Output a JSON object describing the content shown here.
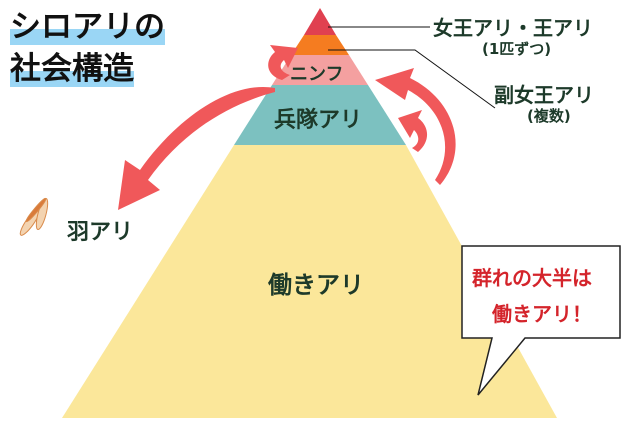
{
  "title": {
    "line1": "シロアリの",
    "line2": "社会構造"
  },
  "layers": {
    "queen_king": "女王アリ・王アリ",
    "queen_king_note": "(1匹ずつ)",
    "subqueen": "副女王アリ",
    "subqueen_note": "(複数)",
    "nymph": "ニンフ",
    "soldier": "兵隊アリ",
    "worker": "働きアリ",
    "alate": "羽アリ"
  },
  "callout": {
    "line1": "群れの大半は",
    "line2": "働きアリ！"
  },
  "colors": {
    "queen": "#e04050",
    "subqueen": "#f57c20",
    "nymph": "#f4a0a0",
    "soldier": "#7cc1c0",
    "worker": "#fbe79a",
    "arrow": "#f0585a"
  }
}
